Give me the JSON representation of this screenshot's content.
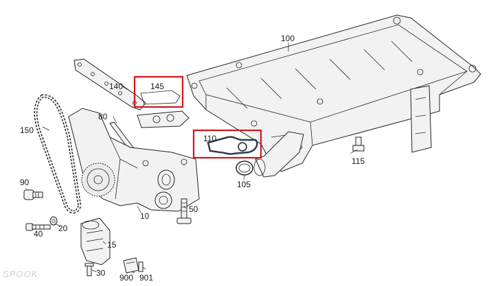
{
  "accent_color": "#d0141c",
  "watermark": "SPOOK",
  "labels": {
    "p100": "100",
    "p140": "140",
    "p145": "145",
    "p80": "80",
    "p150": "150",
    "p110": "110",
    "p115": "115",
    "p105": "105",
    "p90": "90",
    "p50": "50",
    "p10": "10",
    "p40": "40",
    "p20": "20",
    "p15": "15",
    "p30": "30",
    "p900": "900",
    "p901": "901"
  },
  "highlighted_parts": [
    "145",
    "110"
  ]
}
